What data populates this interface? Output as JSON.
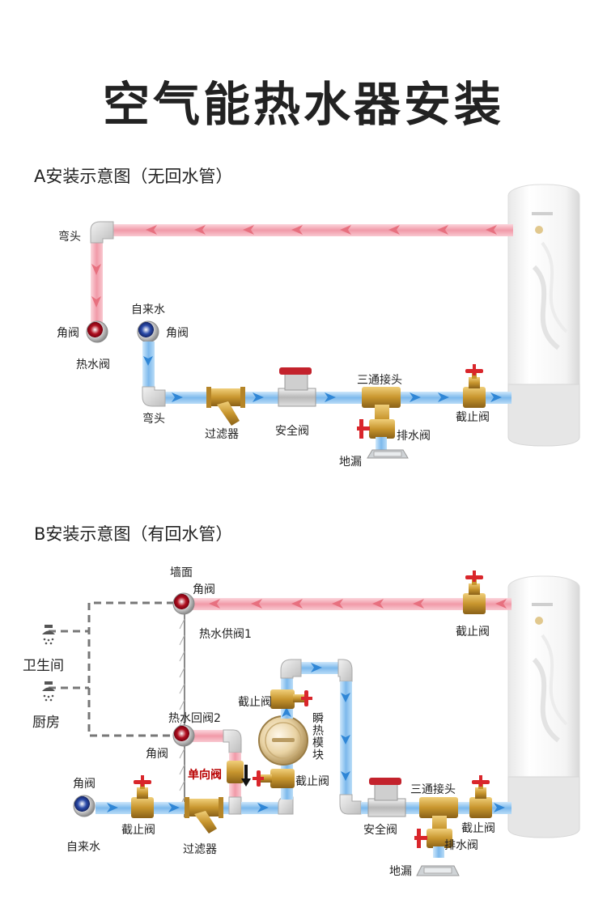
{
  "title": "空气能热水器安装",
  "section_a": {
    "heading": "A安装示意图（无回水管）",
    "labels": {
      "elbow_top": "弯头",
      "angle_valve_left": "角阀",
      "angle_valve_right": "角阀",
      "tap_water": "自来水",
      "hot_water_valve": "热水阀",
      "elbow_bottom": "弯头",
      "filter": "过滤器",
      "safety_valve": "安全阀",
      "tee": "三通接头",
      "drain_valve": "排水阀",
      "floor_drain": "地漏",
      "stop_valve": "截止阀"
    }
  },
  "section_b": {
    "heading": "B安装示意图（有回水管）",
    "labels": {
      "wall": "墙面",
      "angle_valve_top": "角阀",
      "hot_supply_valve": "热水供阀1",
      "stop_valve_top": "截止阀",
      "bathroom": "卫生间",
      "kitchen": "厨房",
      "stop_valve_loop": "截止阀",
      "instant_heat_module": "瞬热模块",
      "hot_return_valve": "热水回阀2",
      "angle_valve_mid": "角阀",
      "check_valve": "单向阀",
      "stop_valve_mid": "截止阀",
      "angle_valve_left": "角阀",
      "stop_valve_left": "截止阀",
      "tap_water": "自来水",
      "filter": "过滤器",
      "tee": "三通接头",
      "safety_valve": "安全阀",
      "stop_valve_right": "截止阀",
      "drain_valve": "排水阀",
      "floor_drain": "地漏"
    }
  },
  "colors": {
    "hot_pipe": "#f2a8b4",
    "cold_pipe": "#8ec5ef",
    "arrow_hot": "#e7707f",
    "arrow_cold": "#2f86d6",
    "brass": "#c8962e",
    "valve_handle": "#d9262b",
    "dashed_line": "#777777"
  }
}
